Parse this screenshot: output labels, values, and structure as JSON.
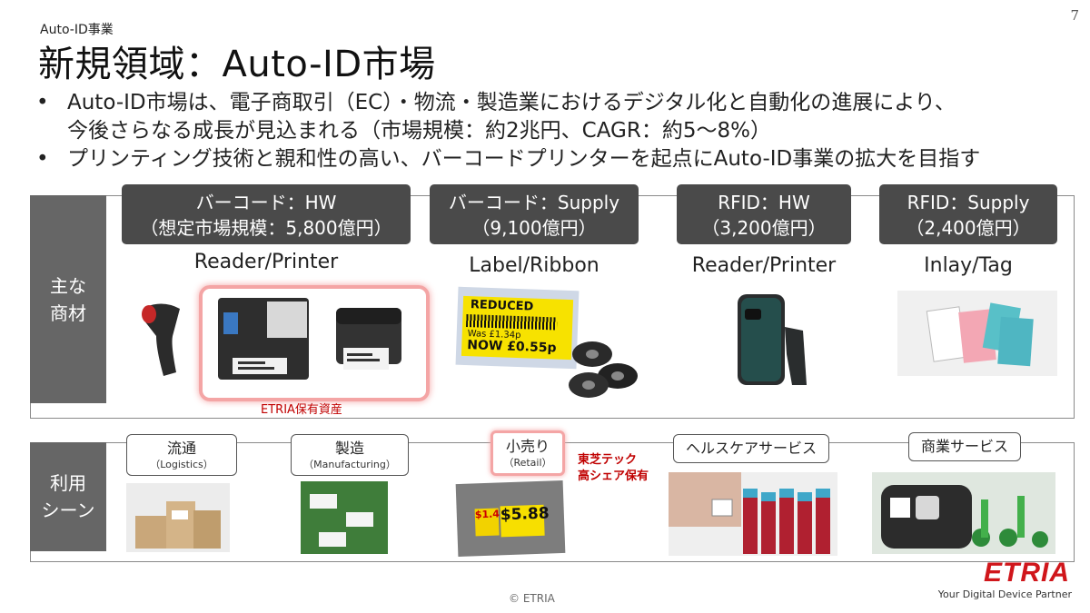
{
  "header": {
    "section_label": "Auto-ID事業",
    "title": "新規領域：Auto-ID市場",
    "page_number": "7"
  },
  "bullets": [
    {
      "line1": "Auto-ID市場は、電子商取引（EC）・物流・製造業におけるデジタル化と自動化の進展により、",
      "line2": "今後さらなる成長が見込まれる（市場規模：約2兆円、CAGR：約5～8%）"
    },
    {
      "line1": "プリンティング技術と親和性の高い、バーコードプリンターを起点にAuto-ID事業の拡大を目指す"
    }
  ],
  "products": {
    "side_label": "主な\n商材",
    "categories": [
      {
        "title": "バーコード：HW",
        "market": "（想定市場規模：5,800億円）",
        "item": "Reader/Printer"
      },
      {
        "title": "バーコード：Supply",
        "market": "（9,100億円）",
        "item": "Label/Ribbon"
      },
      {
        "title": "RFID：HW",
        "market": "（3,200億円）",
        "item": "Reader/Printer"
      },
      {
        "title": "RFID：Supply",
        "market": "（2,400億円）",
        "item": "Inlay/Tag"
      }
    ],
    "etria_owned_note": "ETRIA保有資産",
    "label_text": "REDUCED",
    "was_price": "Was £1.34p",
    "now_price": "NOW £0.55p"
  },
  "scenes": {
    "side_label": "利用\nシーン",
    "items": [
      {
        "name": "流通",
        "en": "（Logistics）"
      },
      {
        "name": "製造",
        "en": "（Manufacturing）"
      },
      {
        "name": "小売り",
        "en": "（Retail）"
      },
      {
        "name": "ヘルスケアサービス",
        "en": ""
      },
      {
        "name": "商業サービス",
        "en": ""
      }
    ],
    "toshiba_note": "東芝テック\n高シェア保有",
    "retail_prices": [
      "$1.47",
      "$5.88"
    ]
  },
  "footer": {
    "copyright": "© ETRIA",
    "logo": "ETRIA",
    "tagline": "Your Digital Device Partner"
  },
  "colors": {
    "dark_box": "#4a4a4a",
    "side_label_bg": "#666666",
    "accent_red": "#c00000",
    "brand_red": "#d0161b",
    "highlight_pink": "#f4a5a5"
  },
  "icons": [
    "handheld-scanner-icon",
    "industrial-printer-icon",
    "desktop-printer-icon",
    "ribbon-roll-icon",
    "rfid-reader-icon",
    "rfid-tag-icon"
  ]
}
